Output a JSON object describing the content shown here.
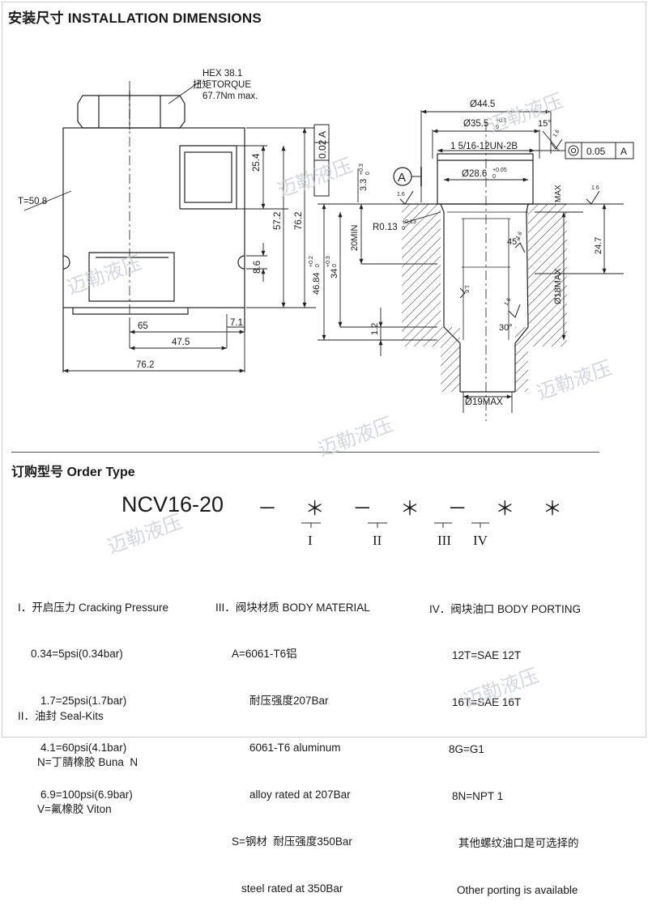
{
  "header": {
    "install_title": "安装尺寸 INSTALLATION DIMENSIONS",
    "order_title": "订购型号 Order Type"
  },
  "drawing_left": {
    "hex": "HEX 38.1",
    "torque_cn": "扭矩TORQUE",
    "torque_val": "67.7Nm max.",
    "t_label": "T=50.8",
    "dims": {
      "d25_4": "25.4",
      "d57_2": "57.2",
      "d76_2v": "76.2",
      "d8_6": "8.6",
      "d65": "65",
      "d7_1": "7.1",
      "d47_5": "47.5",
      "d76_2h": "76.2"
    },
    "tol_box": {
      "value": "0.02",
      "datum": "A"
    }
  },
  "drawing_right": {
    "d44_5": "Ø44.5",
    "d35_5": "Ø35.5",
    "d35_5_tol": "+0.1",
    "d35_5_tol2": "0",
    "angle15": "15°",
    "thread": "1 5/16-12UN-2B",
    "d28_6": "Ø28.6",
    "d28_6_tol": "+0.05",
    "d28_6_tol2": "0",
    "d3_3": "3.3",
    "d3_3_tol": "+0.3",
    "d3_3_tol2": "0",
    "datumA": "A",
    "r_label": "R0.13",
    "r_tol": "+0.13",
    "r_tol2": "0",
    "d20min": "20MIN",
    "d34": "34",
    "d34_tol": "+0.3",
    "d34_tol2": "0",
    "d46_84": "46.84",
    "d46_tol": "+0.2",
    "d46_tol2": "0",
    "angle45": "45°",
    "d24_7": "24.7",
    "d18max": "Ø18MAX",
    "d1_2": "1.2",
    "angle30": "30°",
    "d19max": "Ø19MAX",
    "max_label": "MAX",
    "rough": "1.6",
    "rough2": "1.6",
    "rough3": "1.6",
    "rough4": "1.6",
    "rough5": "1.6",
    "rough6": "1.6",
    "concentric": {
      "value": "0.05",
      "datum": "A"
    }
  },
  "order": {
    "model": "NCV16-20",
    "code": "－ ＊ － ＊ － ＊ ＊",
    "romans": [
      "I",
      "II",
      "III",
      "IV"
    ],
    "col1": {
      "title": "I．开启压力 Cracking Pressure",
      "lines": [
        "0.34=5psi(0.34bar)",
        "1.7=25psi(1.7bar)",
        "4.1=60psi(4.1bar)",
        "6.9=100psi(6.9bar)"
      ],
      "seal_title": "II．油封 Seal-Kits",
      "seal_lines": [
        "N=丁腈橡胶 Buna  N",
        "V=氟橡胶 Viton"
      ]
    },
    "col2": {
      "title": "III．阀块材质 BODY MATERIAL",
      "lines": [
        "A=6061-T6铝",
        "耐压强度207Bar",
        "6061-T6 aluminum",
        "alloy rated at 207Bar",
        "S=钢材  耐压强度350Bar",
        "steel rated at 350Bar"
      ]
    },
    "col3": {
      "title": "IV．阀块油口 BODY PORTING",
      "lines": [
        "12T=SAE 12T",
        "16T=SAE 16T",
        "8G=G1",
        "8N=NPT 1",
        "其他螺纹油口是可选择的",
        "Other porting is available"
      ]
    }
  },
  "watermark": "迈勒液压"
}
